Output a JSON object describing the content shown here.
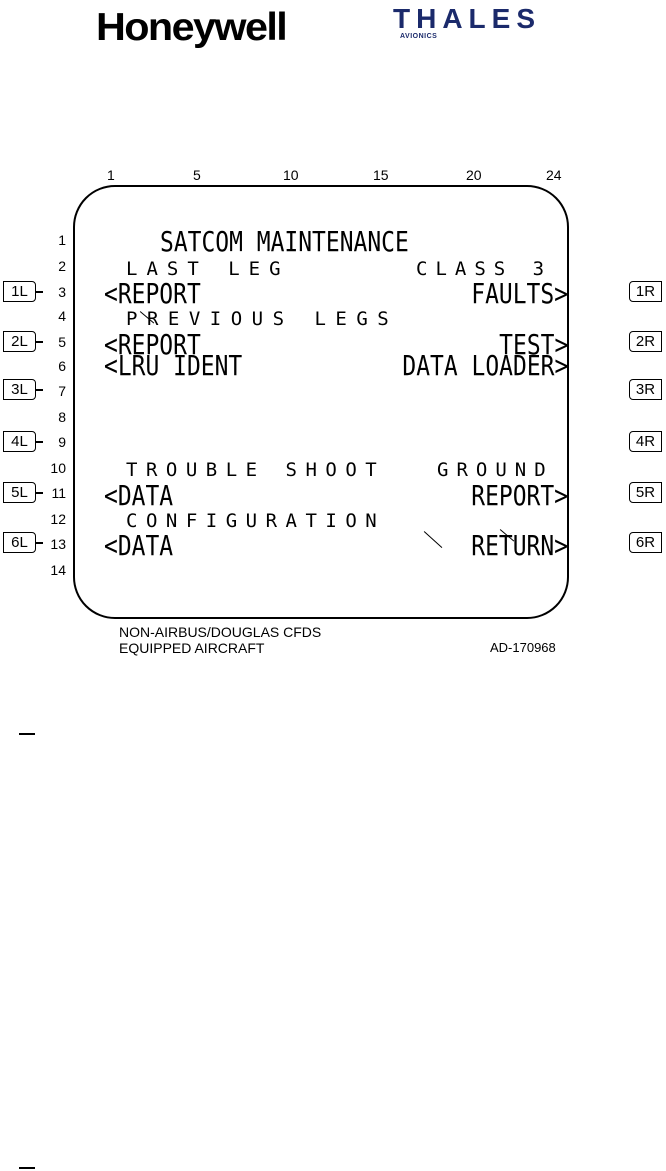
{
  "logos": {
    "honeywell": "Honeywell",
    "thales": "THALES",
    "thales_sub": "AVIONICS",
    "colors": {
      "thales": "#1b2a6b"
    }
  },
  "column_numbers": [
    "1",
    "5",
    "10",
    "15",
    "20",
    "24"
  ],
  "row_numbers": [
    "1",
    "2",
    "3",
    "4",
    "5",
    "6",
    "7",
    "8",
    "9",
    "10",
    "11",
    "12",
    "13",
    "14"
  ],
  "screen": {
    "title": "SATCOM MAINTENANCE",
    "last_leg_label": "LAST LEG",
    "class_label": "CLASS 3",
    "last_leg_report": "<REPORT",
    "faults": "FAULTS>",
    "previous_legs_label": "PREVIOUS LEGS",
    "previous_legs_report": "<REPORT",
    "test": "TEST>",
    "lru_ident": "<LRU IDENT",
    "data_loader": "DATA LOADER>",
    "trouble_shoot_label": "TROUBLE SHOOT",
    "ground_label": "GROUND",
    "trouble_shoot_data": "<DATA",
    "ground_report": "REPORT>",
    "configuration_label": "CONFIGURATION",
    "configuration_data": "<DATA",
    "return": "RETURN>"
  },
  "keys": {
    "left": [
      "1L",
      "2L",
      "3L",
      "4L",
      "5L",
      "6L"
    ],
    "right": [
      "1R",
      "2R",
      "3R",
      "4R",
      "5R",
      "6R"
    ]
  },
  "footnote": {
    "line1": "NON-AIRBUS/DOUGLAS CFDS",
    "line2": "EQUIPPED AIRCRAFT",
    "figure_id": "AD-170968"
  }
}
